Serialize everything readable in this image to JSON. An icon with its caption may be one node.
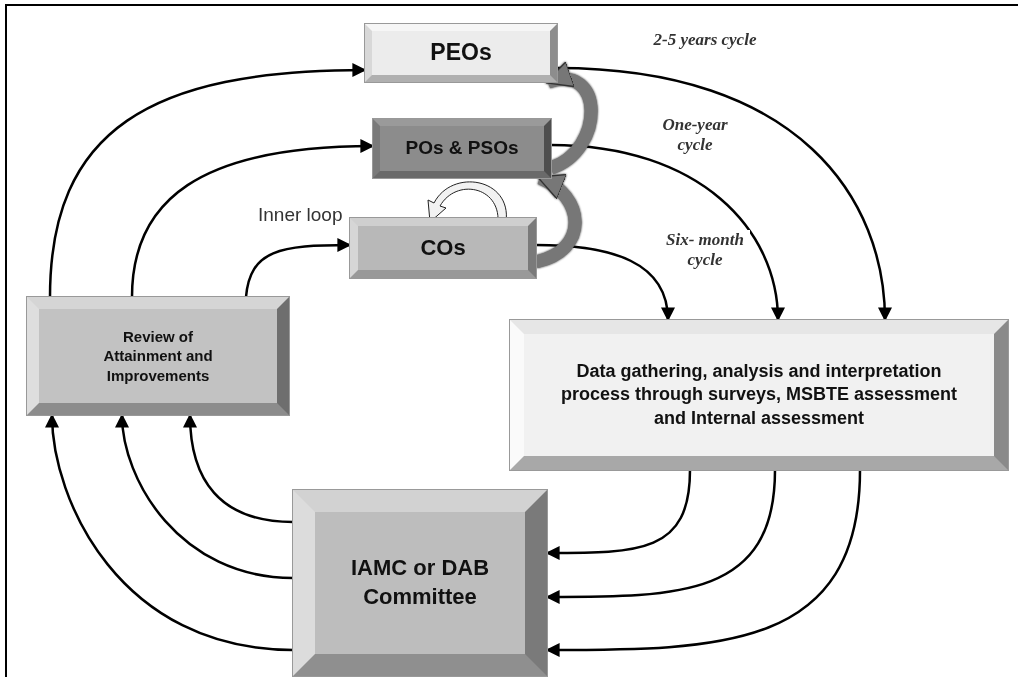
{
  "diagram": {
    "nodes": [
      {
        "text": [
          "PEOs"
        ]
      },
      {
        "text": [
          "POs & PSOs"
        ]
      },
      {
        "text": [
          "COs"
        ]
      },
      {
        "text": [
          "Review of Attainment and Improvements"
        ]
      },
      {
        "text": [
          "Data gathering, analysis and interpretation process through surveys, MSBTE assessment and Internal assessment"
        ]
      },
      {
        "text": [
          "IAMC or DAB Committee"
        ]
      }
    ],
    "edges": [
      {
        "from": 3,
        "to": 0,
        "arrow": "to"
      },
      {
        "from": 3,
        "to": 1,
        "arrow": "to"
      },
      {
        "from": 3,
        "to": 2,
        "arrow": "to"
      },
      {
        "from": 0,
        "to": 4,
        "arrow": "to",
        "label": "2-5 years cycle"
      },
      {
        "from": 1,
        "to": 4,
        "arrow": "to",
        "label": "One-year cycle"
      },
      {
        "from": 2,
        "to": 4,
        "arrow": "to",
        "label": "Six- month cycle"
      },
      {
        "from": 4,
        "to": 5,
        "arrow": "to"
      },
      {
        "from": 4,
        "to": 5,
        "arrow": "to"
      },
      {
        "from": 4,
        "to": 5,
        "arrow": "to"
      },
      {
        "from": 5,
        "to": 3,
        "arrow": "to"
      },
      {
        "from": 5,
        "to": 3,
        "arrow": "to"
      },
      {
        "from": 5,
        "to": 3,
        "arrow": "to"
      },
      {
        "from": 2,
        "to": 1,
        "arrow": "to",
        "style": "thick",
        "color": "#777777"
      },
      {
        "from": 1,
        "to": 0,
        "arrow": "to",
        "style": "thick",
        "color": "#777777"
      }
    ],
    "labels": [
      "Inner loop"
    ]
  }
}
